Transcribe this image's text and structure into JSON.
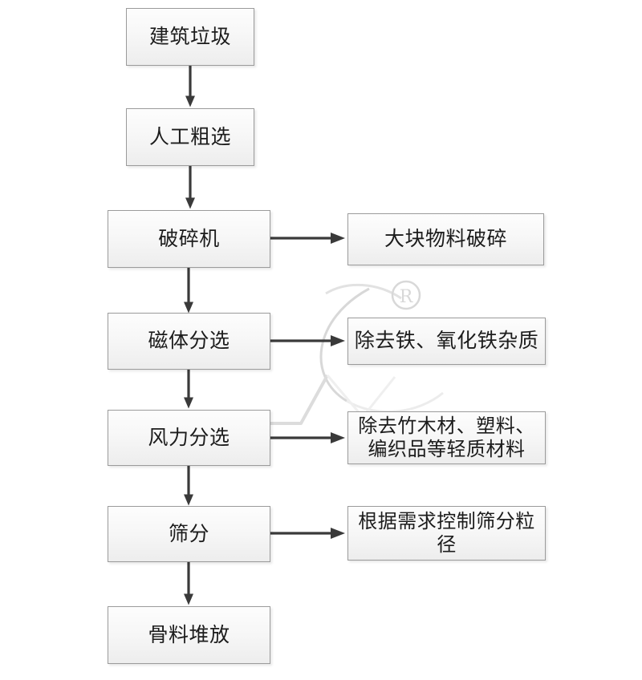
{
  "diagram": {
    "type": "flowchart",
    "orientation": "top-to-bottom",
    "background_color": "#ffffff",
    "box_border_color": "#9b9b9b",
    "box_fill_top": "#fdfdfd",
    "box_fill_bottom": "#ededed",
    "arrow_color": "#3a3a3a",
    "text_color": "#1c1c1c",
    "watermark_color": "#d9d9d9",
    "watermark_symbol": "®",
    "main_flow": [
      {
        "id": "node1",
        "label": "建筑垃圾"
      },
      {
        "id": "node2",
        "label": "人工粗选"
      },
      {
        "id": "node3",
        "label": "破碎机"
      },
      {
        "id": "node4",
        "label": "磁体分选"
      },
      {
        "id": "node5",
        "label": "风力分选"
      },
      {
        "id": "node6",
        "label": "筛分"
      },
      {
        "id": "node7",
        "label": "骨料堆放"
      }
    ],
    "side_notes": [
      {
        "id": "side3",
        "from": "node3",
        "label": "大块物料破碎"
      },
      {
        "id": "side4",
        "from": "node4",
        "label": "除去铁、氧化铁杂质"
      },
      {
        "id": "side5",
        "from": "node5",
        "label": "除去竹木材、塑料、\n编织品等轻质材料"
      },
      {
        "id": "side6",
        "from": "node6",
        "label": "根据需求控制筛分粒\n径"
      }
    ],
    "connections": [
      {
        "from": "node1",
        "to": "node2",
        "direction": "down"
      },
      {
        "from": "node2",
        "to": "node3",
        "direction": "down"
      },
      {
        "from": "node3",
        "to": "node4",
        "direction": "down"
      },
      {
        "from": "node4",
        "to": "node5",
        "direction": "down"
      },
      {
        "from": "node5",
        "to": "node6",
        "direction": "down"
      },
      {
        "from": "node6",
        "to": "node7",
        "direction": "down"
      },
      {
        "from": "node3",
        "to": "side3",
        "direction": "right"
      },
      {
        "from": "node4",
        "to": "side4",
        "direction": "right"
      },
      {
        "from": "node5",
        "to": "side5",
        "direction": "right"
      },
      {
        "from": "node6",
        "to": "side6",
        "direction": "right"
      }
    ]
  }
}
